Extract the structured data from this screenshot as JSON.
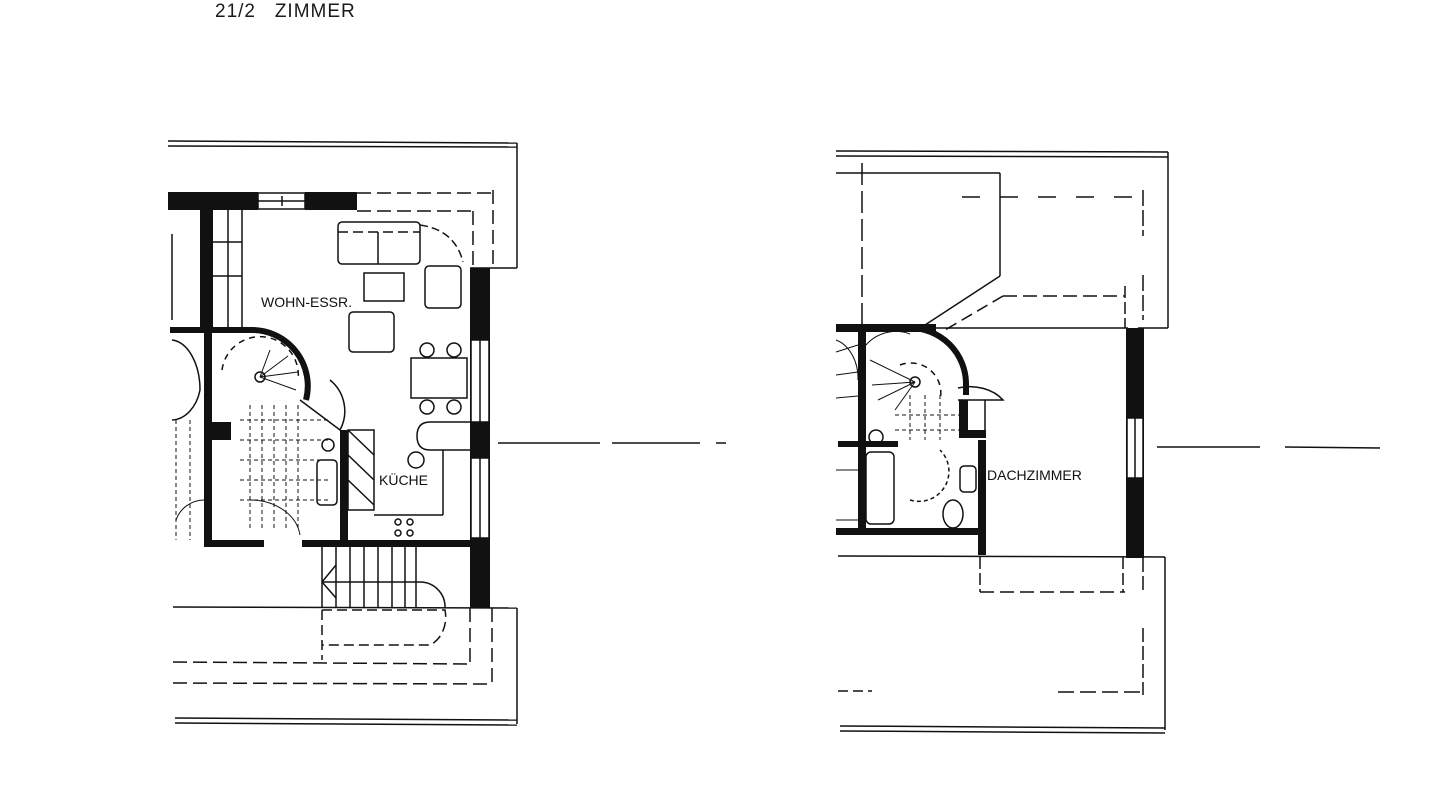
{
  "document": {
    "title": "21/2   ZIMMER"
  },
  "plans": [
    {
      "id": "lower-floor",
      "rooms": [
        {
          "label": "WOHN-ESSR."
        },
        {
          "label": "KÜCHE"
        }
      ]
    },
    {
      "id": "upper-floor",
      "rooms": [
        {
          "label": "DACHZIMMER"
        }
      ]
    }
  ],
  "colors": {
    "ink": "#111111",
    "paper": "#ffffff"
  }
}
